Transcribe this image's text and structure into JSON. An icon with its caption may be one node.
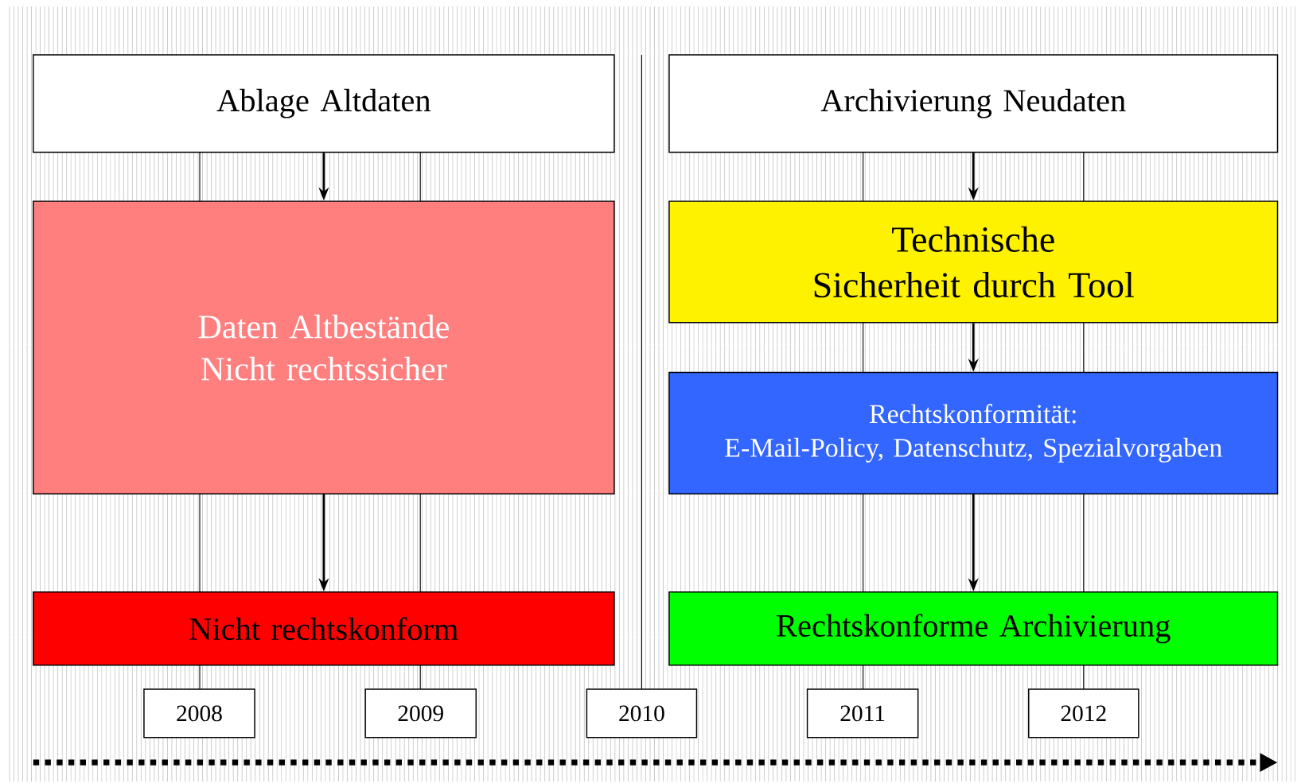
{
  "diagram": {
    "nodes": [
      {
        "text": [
          "Ablage Altdaten"
        ]
      },
      {
        "text": [
          "Daten Altbestände Nicht rechtssicher"
        ]
      },
      {
        "text": [
          "Nicht rechtskonform"
        ]
      },
      {
        "text": [
          "Archivierung Neudaten"
        ]
      },
      {
        "text": [
          "Technische Sicherheit durch Tool"
        ]
      },
      {
        "text": [
          "Rechtskonformität:",
          "E-Mail-Policy, Datenschutz, Spezialvorgaben"
        ]
      },
      {
        "text": [
          "Rechtskonforme Archivierung"
        ]
      },
      {
        "text": [
          "2008"
        ]
      },
      {
        "text": [
          "2009"
        ]
      },
      {
        "text": [
          "2010"
        ]
      },
      {
        "text": [
          "2011"
        ]
      },
      {
        "text": [
          "2012"
        ]
      }
    ],
    "edges": [
      {
        "from": 0,
        "to": 1,
        "arrow": "to"
      },
      {
        "from": 1,
        "to": 2,
        "arrow": "to"
      },
      {
        "from": 3,
        "to": 4,
        "arrow": "to"
      },
      {
        "from": 4,
        "to": 5,
        "arrow": "to"
      },
      {
        "from": 5,
        "to": 6,
        "arrow": "to"
      }
    ]
  }
}
